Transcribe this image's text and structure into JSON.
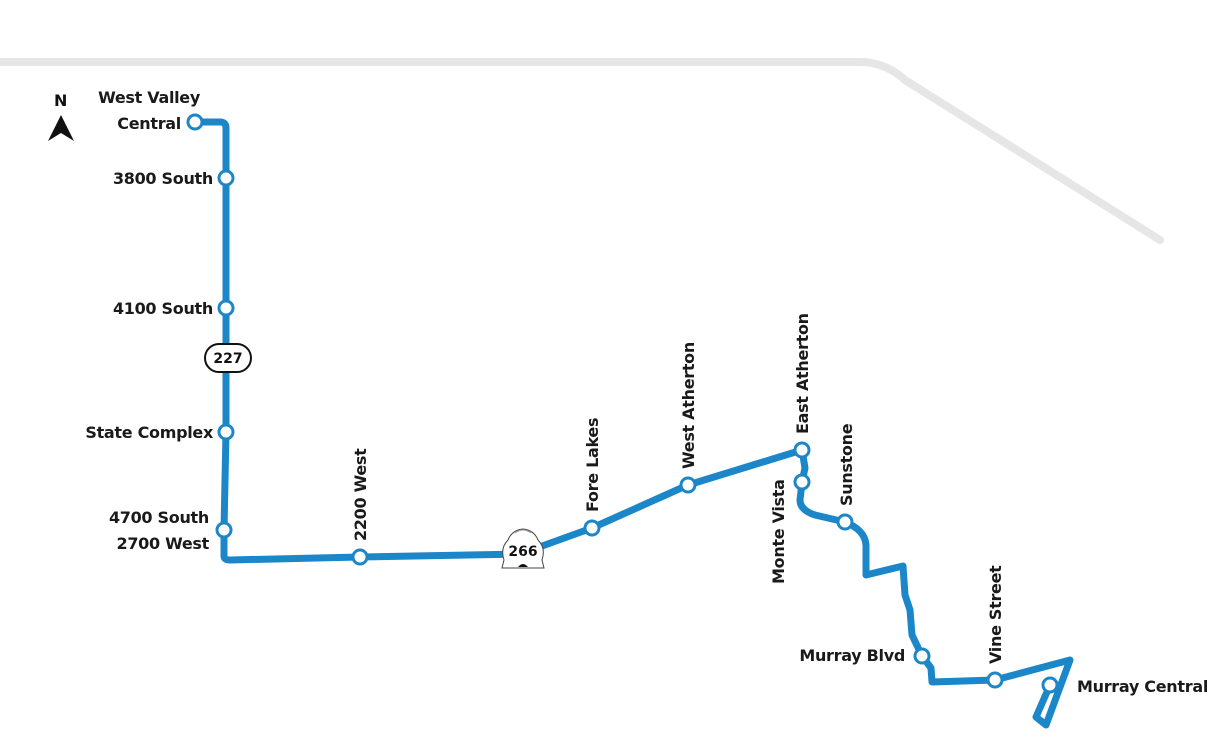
{
  "map": {
    "route_color": "#1b87c9",
    "background_road_color": "#e6e6e6",
    "north_label": "N",
    "stops": [
      {
        "name": "West Valley",
        "name2": "Central"
      },
      {
        "name": "3800 South"
      },
      {
        "name": "4100 South"
      },
      {
        "name": "State Complex"
      },
      {
        "name": "4700 South",
        "name2": "2700  West"
      },
      {
        "name": "2200 West"
      },
      {
        "name": "Fore Lakes"
      },
      {
        "name": "West Atherton"
      },
      {
        "name": "East Atherton"
      },
      {
        "name": "Monte Vista"
      },
      {
        "name": "Sunstone"
      },
      {
        "name": "Murray Blvd"
      },
      {
        "name": "Vine Street"
      },
      {
        "name": "Murray Central"
      }
    ],
    "shields": [
      {
        "label": "227",
        "type": "oval-highway-shield"
      },
      {
        "label": "266",
        "type": "utah-beehive-shield"
      }
    ]
  }
}
